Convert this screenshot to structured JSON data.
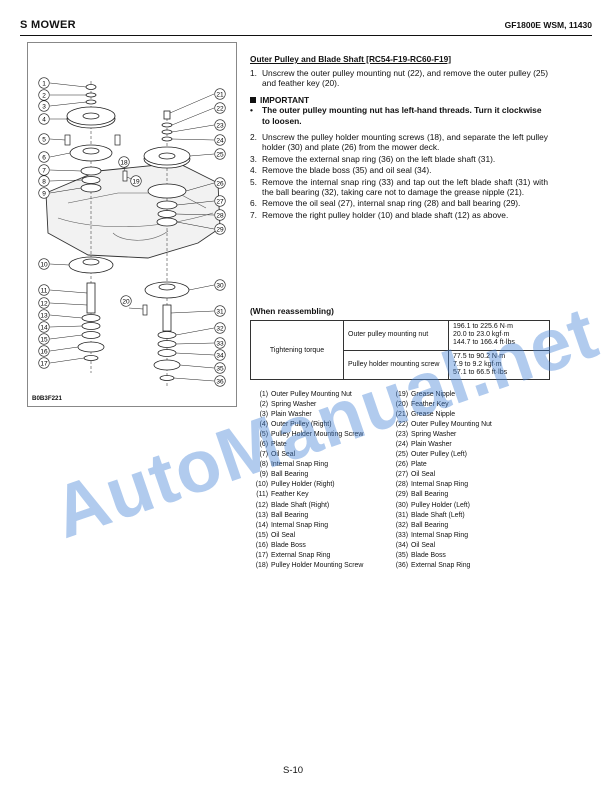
{
  "header": {
    "section": "S MOWER",
    "manual": "GF1800E  WSM, 11430"
  },
  "figure": {
    "caption": "B0B3F221",
    "left_callouts": [
      "1",
      "2",
      "3",
      "4",
      "5",
      "6",
      "7",
      "8",
      "9",
      "10",
      "11",
      "12",
      "13",
      "14",
      "15",
      "16",
      "17"
    ],
    "right_callouts": [
      "21",
      "22",
      "23",
      "24",
      "25",
      "26",
      "27",
      "28",
      "29",
      "30",
      "31",
      "32",
      "33",
      "34",
      "35",
      "36"
    ],
    "center_callouts": [
      "18",
      "19",
      "20"
    ]
  },
  "section_title": "Outer Pulley and Blade Shaft [RC54-F19-RC60-F19]",
  "steps": [
    {
      "num": "1.",
      "text": "Unscrew the outer pulley mounting nut (22), and remove the outer pulley (25) and feather key (20)."
    },
    {
      "num": "2.",
      "text": "Unscrew the pulley holder mounting screws (18), and separate the left pulley holder (30) and plate (26) from the mower deck."
    },
    {
      "num": "3.",
      "text": "Remove the external snap ring (36) on the left blade shaft (31)."
    },
    {
      "num": "4.",
      "text": "Remove the blade boss (35) and oil seal (34)."
    },
    {
      "num": "5.",
      "text": "Remove the internal snap ring (33) and tap out the left blade shaft (31) with the ball bearing (32), taking care not to damage the grease nipple (21)."
    },
    {
      "num": "6.",
      "text": "Remove the oil seal (27), internal snap ring (28) and ball bearing (29)."
    },
    {
      "num": "7.",
      "text": "Remove the right pulley holder (10) and blade shaft (12) as above."
    }
  ],
  "important": {
    "label": "IMPORTANT",
    "bullet": "The outer pulley mounting nut has left-hand threads. Turn it clockwise to loosen."
  },
  "reassembly": {
    "title": "(When reassembling)",
    "torque_label": "Tightening torque",
    "rows": [
      {
        "item": "Outer pulley mounting nut",
        "v1": "196.1 to 225.6 N·m",
        "v2": "20.0 to 23.0 kgf·m",
        "v3": "144.7 to 166.4 ft·lbs"
      },
      {
        "item": "Pulley holder mounting screw",
        "v1": "77.5 to 90.2 N·m",
        "v2": "7.9 to 9.2 kgf·m",
        "v3": "57.1 to 66.5 ft·lbs"
      }
    ]
  },
  "legend_left": [
    {
      "n": "(1)",
      "label": "Outer Pulley Mounting Nut"
    },
    {
      "n": "(2)",
      "label": "Spring Washer"
    },
    {
      "n": "(3)",
      "label": "Plain Washer"
    },
    {
      "n": "(4)",
      "label": "Outer Pulley (Right)"
    },
    {
      "n": "(5)",
      "label": "Pulley Holder Mounting Screw"
    },
    {
      "n": "(6)",
      "label": "Plate"
    },
    {
      "n": "(7)",
      "label": "Oil Seal"
    },
    {
      "n": "(8)",
      "label": "Internal Snap Ring"
    },
    {
      "n": "(9)",
      "label": "Ball Bearing"
    },
    {
      "n": "(10)",
      "label": "Pulley Holder (Right)"
    },
    {
      "n": "(11)",
      "label": "Feather Key"
    },
    {
      "n": "(12)",
      "label": "Blade Shaft (Right)"
    },
    {
      "n": "(13)",
      "label": "Ball Bearing"
    },
    {
      "n": "(14)",
      "label": "Internal Snap Ring"
    },
    {
      "n": "(15)",
      "label": "Oil Seal"
    },
    {
      "n": "(16)",
      "label": "Blade Boss"
    },
    {
      "n": "(17)",
      "label": "External Snap Ring"
    },
    {
      "n": "(18)",
      "label": "Pulley Holder Mounting Screw"
    }
  ],
  "legend_right": [
    {
      "n": "(19)",
      "label": "Grease Nipple"
    },
    {
      "n": "(20)",
      "label": "Feather Key"
    },
    {
      "n": "(21)",
      "label": "Grease Nipple"
    },
    {
      "n": "(22)",
      "label": "Outer Pulley Mounting Nut"
    },
    {
      "n": "(23)",
      "label": "Spring Washer"
    },
    {
      "n": "(24)",
      "label": "Plain Washer"
    },
    {
      "n": "(25)",
      "label": "Outer Pulley (Left)"
    },
    {
      "n": "(26)",
      "label": "Plate"
    },
    {
      "n": "(27)",
      "label": "Oil Seal"
    },
    {
      "n": "(28)",
      "label": "Internal Snap Ring"
    },
    {
      "n": "(29)",
      "label": "Ball Bearing"
    },
    {
      "n": "(30)",
      "label": "Pulley Holder (Left)"
    },
    {
      "n": "(31)",
      "label": "Blade Shaft (Left)"
    },
    {
      "n": "(32)",
      "label": "Ball Bearing"
    },
    {
      "n": "(33)",
      "label": "Internal Snap Ring"
    },
    {
      "n": "(34)",
      "label": "Oil Seal"
    },
    {
      "n": "(35)",
      "label": "Blade Boss"
    },
    {
      "n": "(36)",
      "label": "External Snap Ring"
    }
  ],
  "watermark": "AutoManual.net",
  "page_number": "S-10"
}
